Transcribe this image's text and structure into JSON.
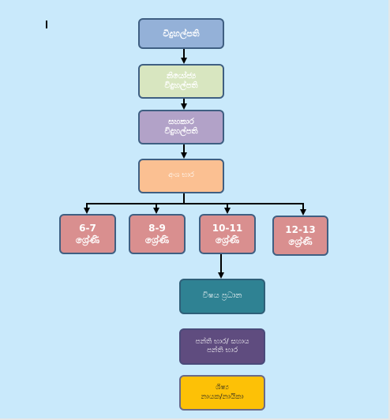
{
  "chart": {
    "nodes": [
      {
        "id": "principal",
        "label": "විදුහල්පති"
      },
      {
        "id": "deputy",
        "label": "නියෝජ්‍ය\nවිදුහල්පති"
      },
      {
        "id": "assistant",
        "label": "සහකාර\nවිදුහල්පති"
      },
      {
        "id": "section_head",
        "label": "අංශ භාර"
      },
      {
        "id": "grade_6_7",
        "label": "6-7\nශ්‍රේණි"
      },
      {
        "id": "grade_8_9",
        "label": "8-9\nශ්‍රේණි"
      },
      {
        "id": "grade_10_11",
        "label": "10-11\nශ්‍රේණි"
      },
      {
        "id": "grade_12_13",
        "label": "12-13\nශ්‍රේණි"
      },
      {
        "id": "subject_head",
        "label": "විෂය ප්‍රධාන"
      },
      {
        "id": "class_teacher",
        "label": "පන්ති භාර/ සහාය\nපන්ති භාර"
      },
      {
        "id": "student_leader",
        "label": "ශිෂ්‍ය\nනායක/නායිකා"
      }
    ],
    "edges": [
      [
        "principal",
        "deputy"
      ],
      [
        "deputy",
        "assistant"
      ],
      [
        "assistant",
        "section_head"
      ],
      [
        "section_head",
        "grade_6_7"
      ],
      [
        "section_head",
        "grade_8_9"
      ],
      [
        "section_head",
        "grade_10_11"
      ],
      [
        "section_head",
        "grade_12_13"
      ],
      [
        "grade_10_11",
        "subject_head"
      ]
    ],
    "colors": {
      "background": "#c9e9fb",
      "principal": "#94b1d8",
      "deputy": "#d8e6c0",
      "assistant": "#b2a2c8",
      "section_head": "#fbc092",
      "grades": "#d98f8f",
      "subject_head": "#2f8293",
      "class_teacher": "#5f4c7f",
      "student_leader": "#fdc106"
    }
  }
}
